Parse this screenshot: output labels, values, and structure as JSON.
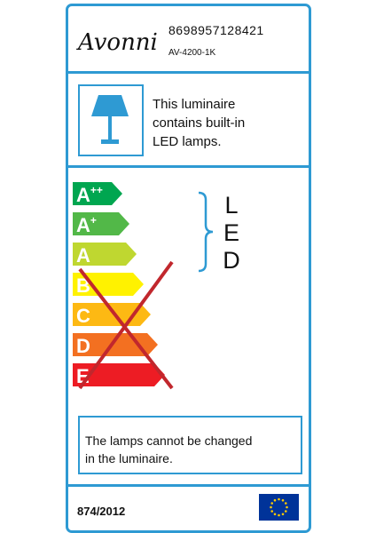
{
  "header": {
    "brand": "Avonni",
    "ean": "8698957128421",
    "model": "AV-4200-1K"
  },
  "lamp_info": {
    "icon": "table-lamp-icon",
    "text_lines": [
      "This luminaire",
      "contains built-in",
      "LED lamps."
    ]
  },
  "energy_scale": {
    "classes": [
      {
        "label": "A",
        "sup": "++",
        "color": "#00a650",
        "crossed": false
      },
      {
        "label": "A",
        "sup": "+",
        "color": "#52b848",
        "crossed": false
      },
      {
        "label": "A",
        "sup": "",
        "color": "#bfd730",
        "crossed": false
      },
      {
        "label": "B",
        "sup": "",
        "color": "#fff200",
        "crossed": true
      },
      {
        "label": "C",
        "sup": "",
        "color": "#fdb913",
        "crossed": true
      },
      {
        "label": "D",
        "sup": "",
        "color": "#f37021",
        "crossed": true
      },
      {
        "label": "E",
        "sup": "",
        "color": "#ed1c24",
        "crossed": true
      }
    ],
    "compatible_type": [
      "L",
      "E",
      "D"
    ],
    "cross_color": "#c1272d"
  },
  "note": {
    "text_lines": [
      "The lamps cannot be changed",
      "in the luminaire."
    ]
  },
  "footer": {
    "regulation": "874/2012",
    "flag_icon": "eu-flag-icon"
  },
  "colors": {
    "frame": "#2e9ad3",
    "flag_blue": "#003399",
    "flag_star": "#ffcc00"
  }
}
